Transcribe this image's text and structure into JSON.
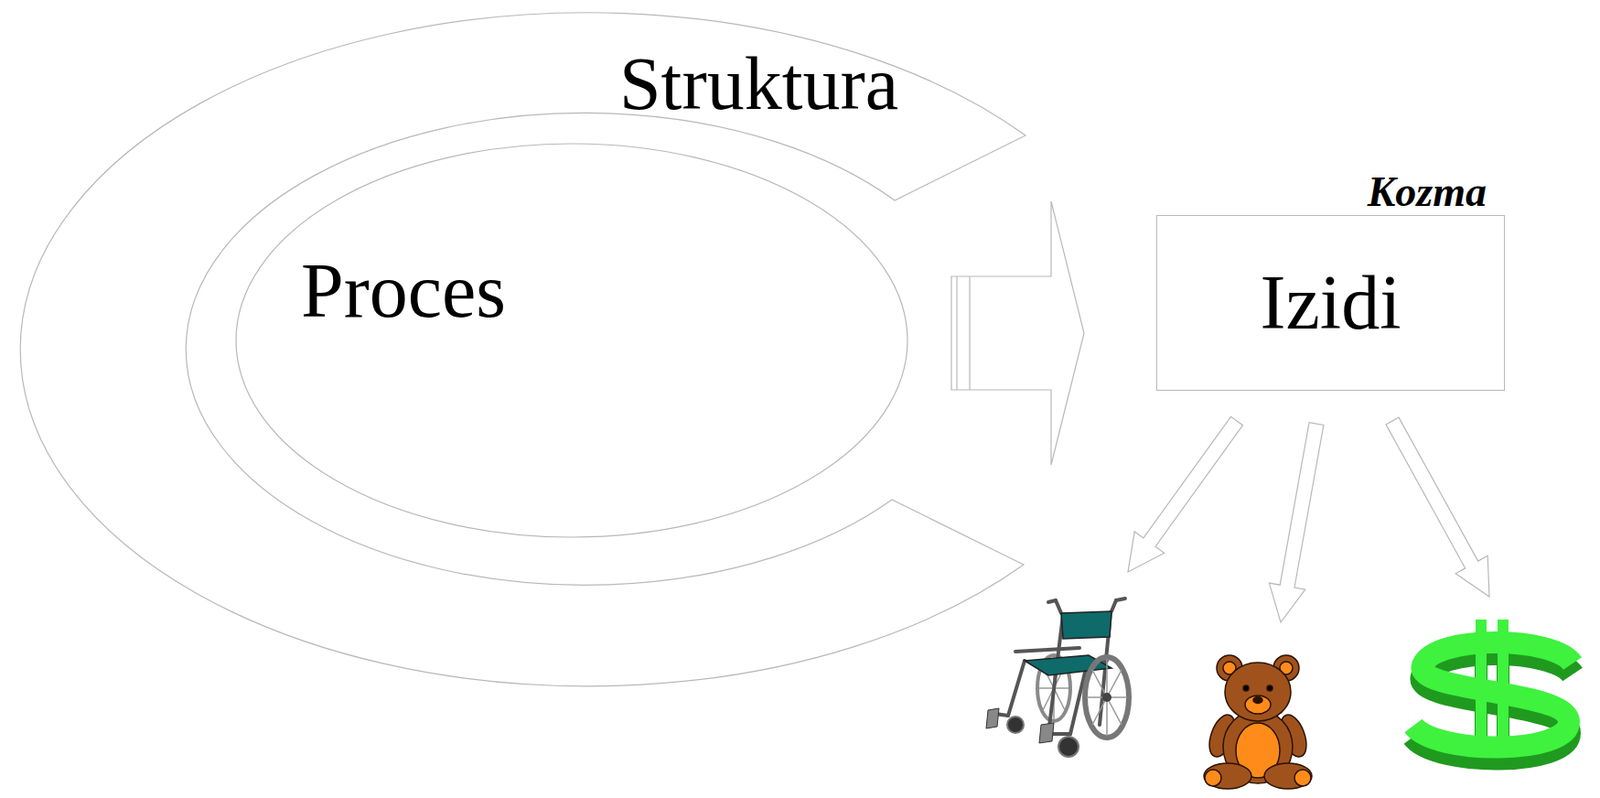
{
  "diagram": {
    "nodes": [
      {
        "text": [
          "Struktura"
        ]
      },
      {
        "text": [
          "Proces"
        ],
        "in": 0
      },
      {
        "text": [
          "Kozma",
          "Izidi"
        ]
      }
    ],
    "edges": [
      {
        "from": 1,
        "to": 2,
        "arrow": "to"
      }
    ]
  }
}
